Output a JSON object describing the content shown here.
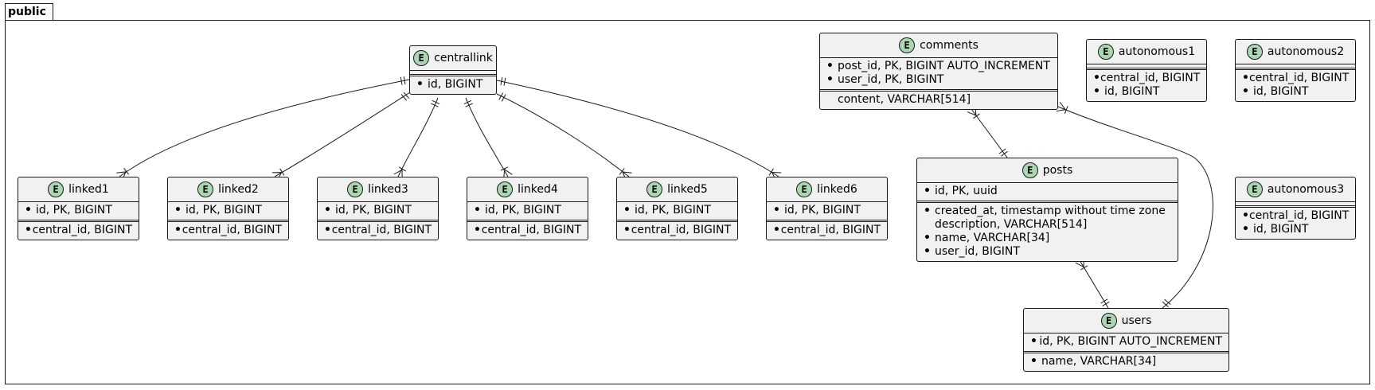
{
  "package": {
    "name": "public"
  },
  "badge_letter": "E",
  "entities": [
    {
      "id": "centrallink",
      "title": "centrallink",
      "sections": [
        [
          {
            "req": true,
            "text": "id, BIGINT"
          }
        ]
      ],
      "empty_first": true
    },
    {
      "id": "comments",
      "title": "comments",
      "sections": [
        [
          {
            "req": true,
            "text": "post_id, PK, BIGINT  AUTO_INCREMENT"
          },
          {
            "req": true,
            "text": "user_id, PK, BIGINT"
          }
        ],
        [
          {
            "req": false,
            "text": "content, VARCHAR[514]"
          }
        ]
      ]
    },
    {
      "id": "autonomous1",
      "title": "autonomous1",
      "sections": [
        [
          {
            "req": true,
            "text": "central_id, BIGINT"
          },
          {
            "req": true,
            "text": "id, BIGINT"
          }
        ]
      ],
      "empty_first": true
    },
    {
      "id": "autonomous2",
      "title": "autonomous2",
      "sections": [
        [
          {
            "req": true,
            "text": "central_id, BIGINT"
          },
          {
            "req": true,
            "text": "id, BIGINT"
          }
        ]
      ],
      "empty_first": true
    },
    {
      "id": "autonomous3",
      "title": "autonomous3",
      "sections": [
        [
          {
            "req": true,
            "text": "central_id, BIGINT"
          },
          {
            "req": true,
            "text": "id, BIGINT"
          }
        ]
      ],
      "empty_first": true
    },
    {
      "id": "posts",
      "title": "posts",
      "sections": [
        [
          {
            "req": true,
            "text": "id, PK, uuid"
          }
        ],
        [
          {
            "req": true,
            "text": "created_at, timestamp without time zone"
          },
          {
            "req": false,
            "indent": true,
            "text": "description, VARCHAR[514]"
          },
          {
            "req": true,
            "text": "name, VARCHAR[34]"
          },
          {
            "req": true,
            "text": "user_id, BIGINT"
          }
        ]
      ]
    },
    {
      "id": "users",
      "title": "users",
      "sections": [
        [
          {
            "req": true,
            "text": "id, PK, BIGINT  AUTO_INCREMENT"
          }
        ],
        [
          {
            "req": true,
            "text": "name, VARCHAR[34]"
          }
        ]
      ]
    },
    {
      "id": "linked1",
      "title": "linked1",
      "sections": [
        [
          {
            "req": true,
            "text": "id, PK, BIGINT"
          }
        ],
        [
          {
            "req": true,
            "text": "central_id, BIGINT"
          }
        ]
      ]
    },
    {
      "id": "linked2",
      "title": "linked2",
      "sections": [
        [
          {
            "req": true,
            "text": "id, PK, BIGINT"
          }
        ],
        [
          {
            "req": true,
            "text": "central_id, BIGINT"
          }
        ]
      ]
    },
    {
      "id": "linked3",
      "title": "linked3",
      "sections": [
        [
          {
            "req": true,
            "text": "id, PK, BIGINT"
          }
        ],
        [
          {
            "req": true,
            "text": "central_id, BIGINT"
          }
        ]
      ]
    },
    {
      "id": "linked4",
      "title": "linked4",
      "sections": [
        [
          {
            "req": true,
            "text": "id, PK, BIGINT"
          }
        ],
        [
          {
            "req": true,
            "text": "central_id, BIGINT"
          }
        ]
      ]
    },
    {
      "id": "linked5",
      "title": "linked5",
      "sections": [
        [
          {
            "req": true,
            "text": "id, PK, BIGINT"
          }
        ],
        [
          {
            "req": true,
            "text": "central_id, BIGINT"
          }
        ]
      ]
    },
    {
      "id": "linked6",
      "title": "linked6",
      "sections": [
        [
          {
            "req": true,
            "text": "id, PK, BIGINT"
          }
        ],
        [
          {
            "req": true,
            "text": "central_id, BIGINT"
          }
        ]
      ]
    }
  ],
  "relations": [
    {
      "from": "centrallink",
      "to": "linked1",
      "from_card": "exactly-one",
      "to_card": "one-or-many"
    },
    {
      "from": "centrallink",
      "to": "linked2",
      "from_card": "exactly-one",
      "to_card": "one-or-many"
    },
    {
      "from": "centrallink",
      "to": "linked3",
      "from_card": "exactly-one",
      "to_card": "one-or-many"
    },
    {
      "from": "centrallink",
      "to": "linked4",
      "from_card": "exactly-one",
      "to_card": "one-or-many"
    },
    {
      "from": "centrallink",
      "to": "linked5",
      "from_card": "exactly-one",
      "to_card": "one-or-many"
    },
    {
      "from": "centrallink",
      "to": "linked6",
      "from_card": "exactly-one",
      "to_card": "one-or-many"
    },
    {
      "from": "comments",
      "to": "posts",
      "from_card": "one-or-many",
      "to_card": "exactly-one"
    },
    {
      "from": "comments",
      "to": "users",
      "from_card": "one-or-many",
      "to_card": "exactly-one"
    },
    {
      "from": "posts",
      "to": "users",
      "from_card": "one-or-many",
      "to_card": "exactly-one"
    }
  ]
}
